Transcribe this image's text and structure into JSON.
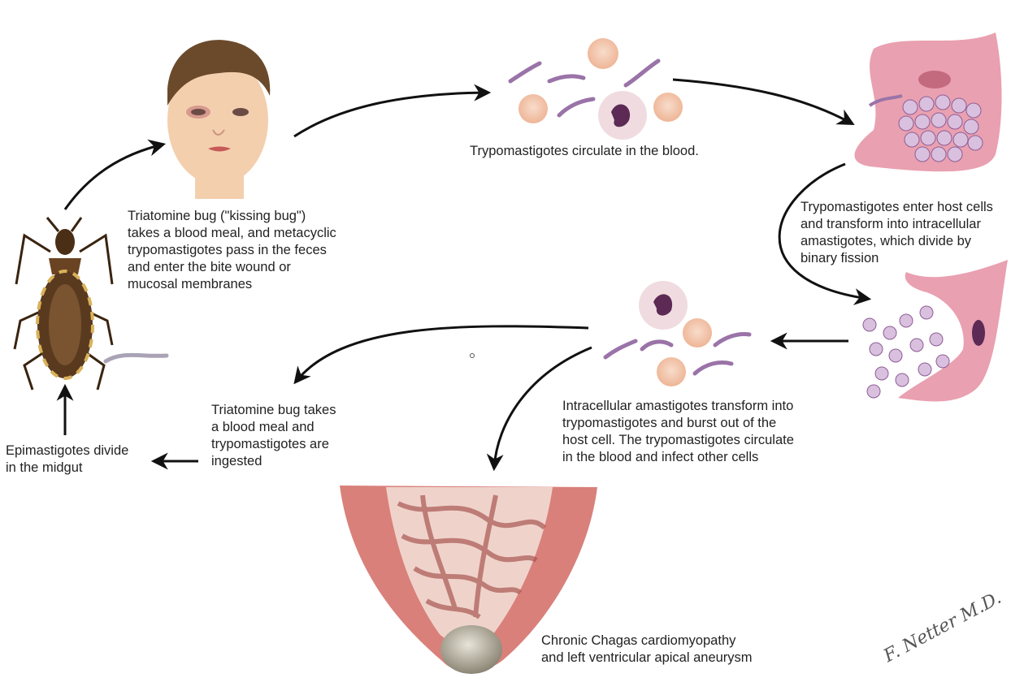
{
  "labels": {
    "bite": "Triatomine bug (\"kissing bug\")\ntakes a blood meal, and metacyclic\ntrypomastigotes pass in the feces\nand enter the bite wound or\nmucosal membranes",
    "circulate": "Trypomastigotes circulate in the blood.",
    "enter_cells": "Trypomastigotes enter host cells\nand transform into intracellular\namastigotes, which divide by\nbinary fission",
    "burst": "Intracellular amastigotes transform into\ntrypomastigotes and burst out of the\nhost cell. The trypomastigotes circulate\nin the blood  and infect other cells",
    "ingested": "Triatomine bug takes\na blood meal and\ntrypomastigotes are\ningested",
    "midgut": "Epimastigotes divide\nin the midgut",
    "chronic": "Chronic Chagas cardiomyopathy\nand left ventricular apical aneurysm"
  },
  "signature": "F. Netter M.D.",
  "colors": {
    "arrow": "#111111",
    "rbc": "#f2c3a8",
    "parasite": "#b08ab8",
    "host_cell": "#e9a0b0",
    "amastigote": "#cdb0d8",
    "skin": "#f3cfae",
    "hair": "#6b4a2b",
    "bug_body": "#5a3a1e",
    "heart": "#d9807a"
  }
}
